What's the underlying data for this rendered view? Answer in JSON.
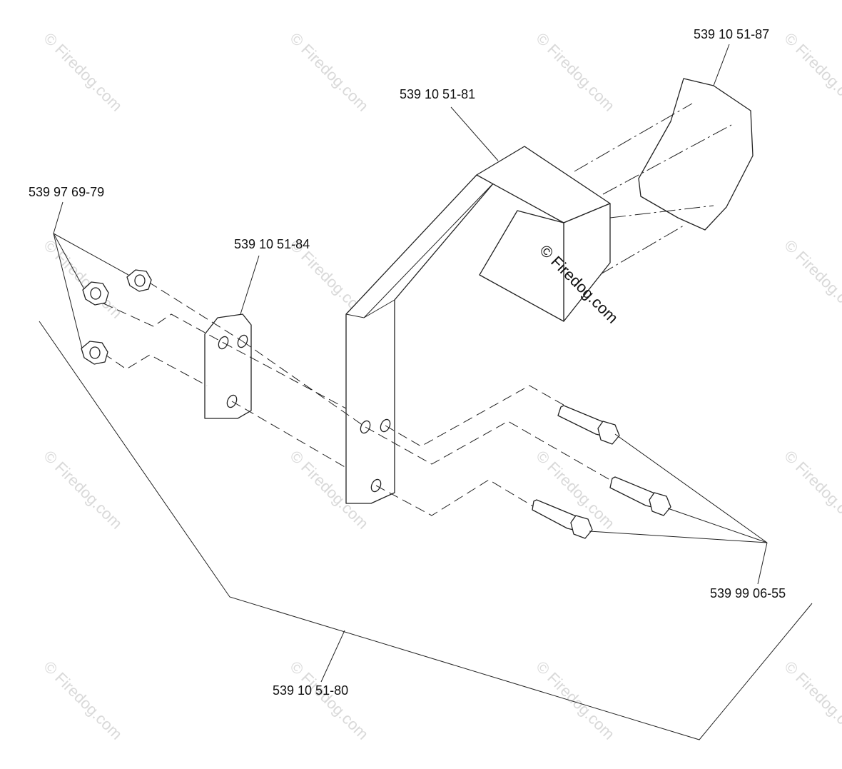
{
  "diagram": {
    "labels": {
      "bracket_top": "539 10 51-81",
      "end_cap": "539 10 51-87",
      "nuts": "539 97 69-79",
      "plate": "539 10 51-84",
      "bolts": "539 99 06-55",
      "assembly": "539 10 51-80"
    },
    "watermark": {
      "text": "© Firedog.com",
      "color": "#d9d9d9"
    },
    "center_watermark": "© Firedog.com"
  }
}
